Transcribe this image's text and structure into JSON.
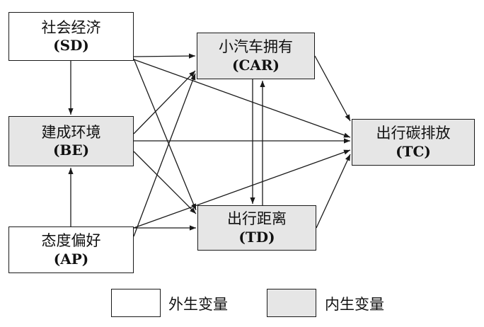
{
  "nodes": {
    "sd": {
      "line1": "社会经济",
      "line2": "(SD)",
      "type": "exogenous"
    },
    "be": {
      "line1": "建成环境",
      "line2": "(BE)",
      "type": "endogenous"
    },
    "ap": {
      "line1": "态度偏好",
      "line2": "(AP)",
      "type": "exogenous"
    },
    "car": {
      "line1": "小汽车拥有",
      "line2": "(CAR)",
      "type": "endogenous"
    },
    "td": {
      "line1": "出行距离",
      "line2": "(TD)",
      "type": "endogenous"
    },
    "tc": {
      "line1": "出行碳排放",
      "line2": "(TC)",
      "type": "endogenous"
    }
  },
  "edges": [
    {
      "from": "sd",
      "to": "be"
    },
    {
      "from": "sd",
      "to": "car"
    },
    {
      "from": "sd",
      "to": "td"
    },
    {
      "from": "sd",
      "to": "tc"
    },
    {
      "from": "be",
      "to": "car"
    },
    {
      "from": "be",
      "to": "td"
    },
    {
      "from": "be",
      "to": "tc"
    },
    {
      "from": "ap",
      "to": "be"
    },
    {
      "from": "ap",
      "to": "car"
    },
    {
      "from": "ap",
      "to": "td"
    },
    {
      "from": "ap",
      "to": "tc"
    },
    {
      "from": "car",
      "to": "td"
    },
    {
      "from": "td",
      "to": "car"
    },
    {
      "from": "car",
      "to": "tc"
    },
    {
      "from": "td",
      "to": "tc"
    }
  ],
  "legend": {
    "exogenous_label": "外生变量",
    "endogenous_label": "内生变量"
  },
  "colors": {
    "exogenous_fill": "#ffffff",
    "endogenous_fill": "#e6e6e6",
    "line": "#1a1a1a"
  }
}
